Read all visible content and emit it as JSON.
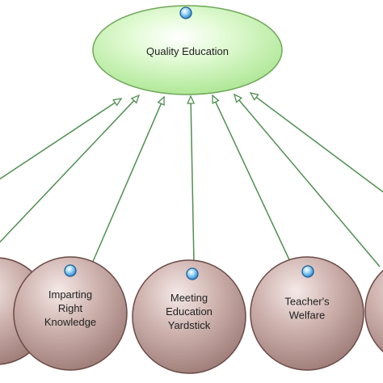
{
  "diagram": {
    "target": {
      "label": "Quality Education"
    },
    "factors": [
      {
        "lines": []
      },
      {
        "lines": [
          "Imparting",
          "Right",
          "Knowledge"
        ]
      },
      {
        "lines": [
          "Meeting",
          "Education",
          "Yardstick"
        ]
      },
      {
        "lines": [
          "Teacher's",
          "Welfare"
        ]
      },
      {
        "lines": []
      }
    ],
    "colors": {
      "target_fill": "#c9f5b4",
      "target_stroke": "#6fa85a",
      "factor_fill": "#c7a8a4",
      "factor_stroke": "#6a4a45",
      "arrow": "#4f8f50",
      "port_fill": "#5fb6ef",
      "port_stroke": "#1f5f96"
    },
    "icons": {
      "connector": "circle-port-icon",
      "arrowhead": "arrow-head-icon"
    }
  }
}
